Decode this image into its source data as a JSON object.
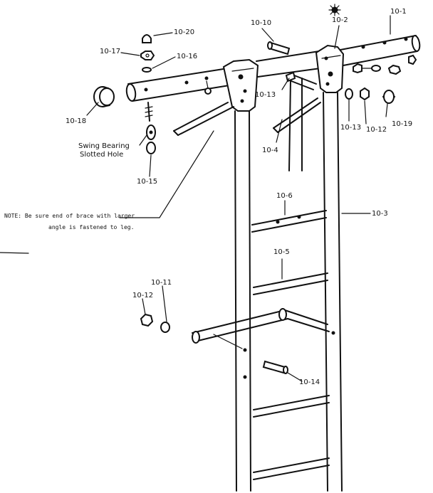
{
  "labels": {
    "p10_20": "10-20",
    "p10_17": "10-17",
    "p10_16": "10-16",
    "p10_18": "10-18",
    "p10_10": "10-10",
    "p10_2": "10-2",
    "p10_1": "10-1",
    "p10_13a": "10-13",
    "p10_13b": "10-13",
    "p10_12a": "10-12",
    "p10_19": "10-19",
    "p10_4": "10-4",
    "p10_15": "10-15",
    "p10_6": "10-6",
    "p10_3": "10-3",
    "p10_5": "10-5",
    "p10_11": "10-11",
    "p10_12b": "10-12",
    "p10_14": "10-14"
  },
  "swing_bearing": {
    "line1": "Swing Bearing",
    "line2": "Slotted Hole"
  },
  "note": {
    "line1": "NOTE: Be sure end of brace with larger",
    "line2": "angle is fastened to leg."
  }
}
